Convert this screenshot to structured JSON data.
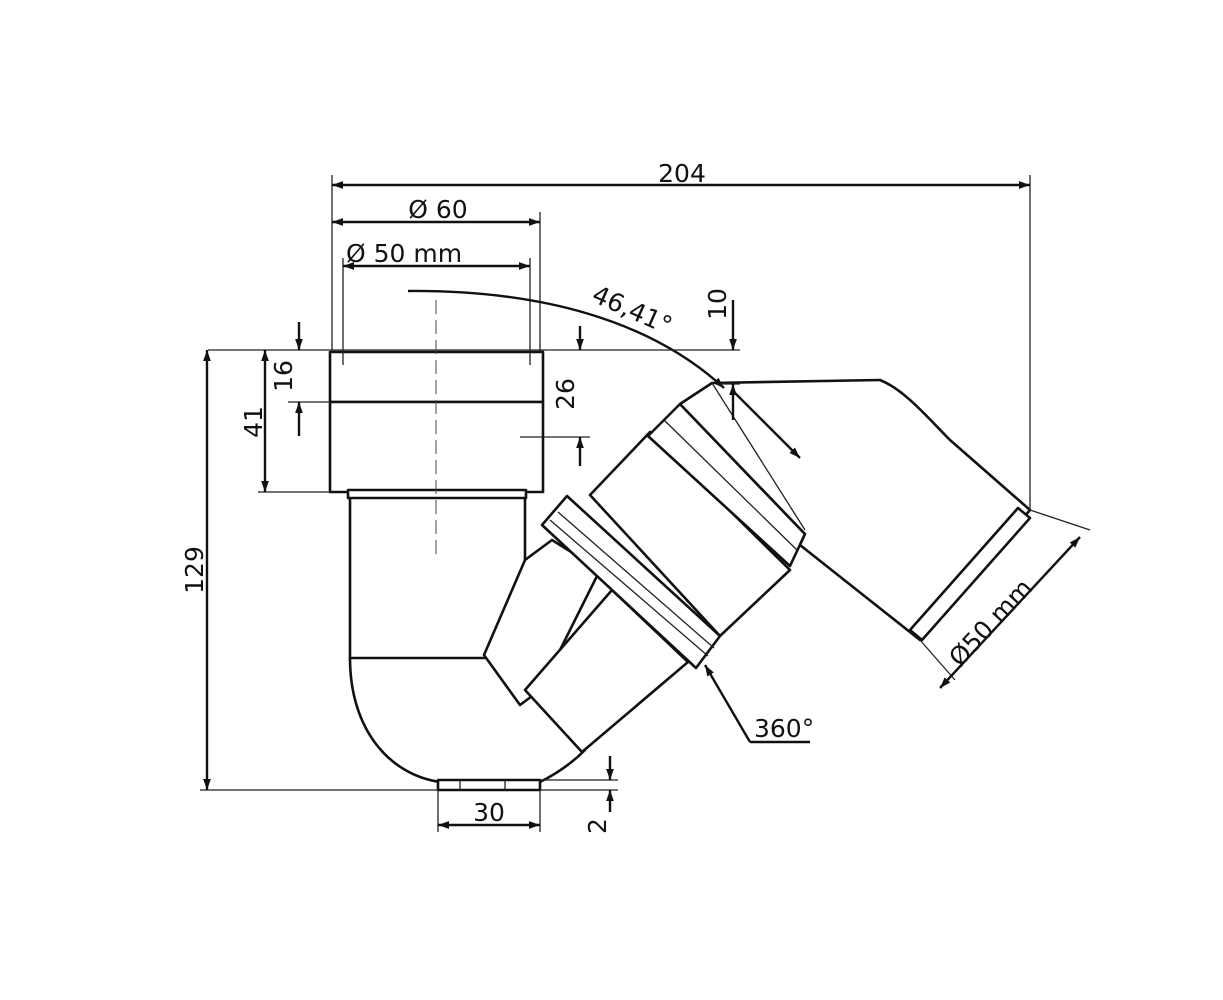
{
  "dimensions": {
    "overall_width": "204",
    "outer_diameter": "Ø 60",
    "inner_diameter_inlet": "Ø 50 mm",
    "angle": "46,41°",
    "offset_10": "10",
    "height_16": "16",
    "height_41": "41",
    "depth_26": "26",
    "overall_height": "129",
    "base_width": "30",
    "base_height": "2",
    "rotation": "360°",
    "outlet_diameter": "Ø50 mm"
  },
  "colors": {
    "line": "#111111",
    "background": "#ffffff"
  }
}
